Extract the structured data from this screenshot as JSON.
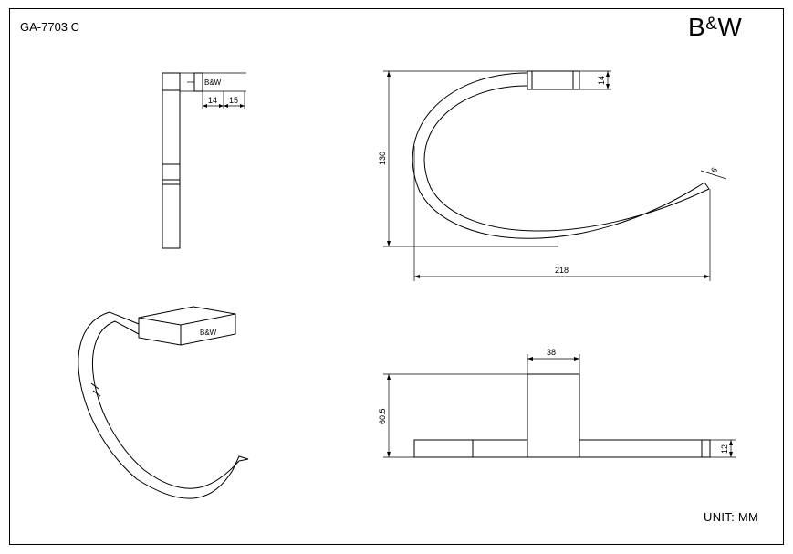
{
  "drawing": {
    "code": "GA-7703 C",
    "unit": "UNIT: MM"
  },
  "logo": {
    "b": "B",
    "amp": "&",
    "w": "W"
  },
  "product_mark": "B&W",
  "dimensions": {
    "side_base_width": "14",
    "side_plate_width": "15",
    "front_mount_height": "14",
    "front_height": "130",
    "front_tip_width": "6",
    "front_width": "218",
    "top_mount_width": "38",
    "top_depth": "60.5",
    "top_thickness": "12"
  }
}
